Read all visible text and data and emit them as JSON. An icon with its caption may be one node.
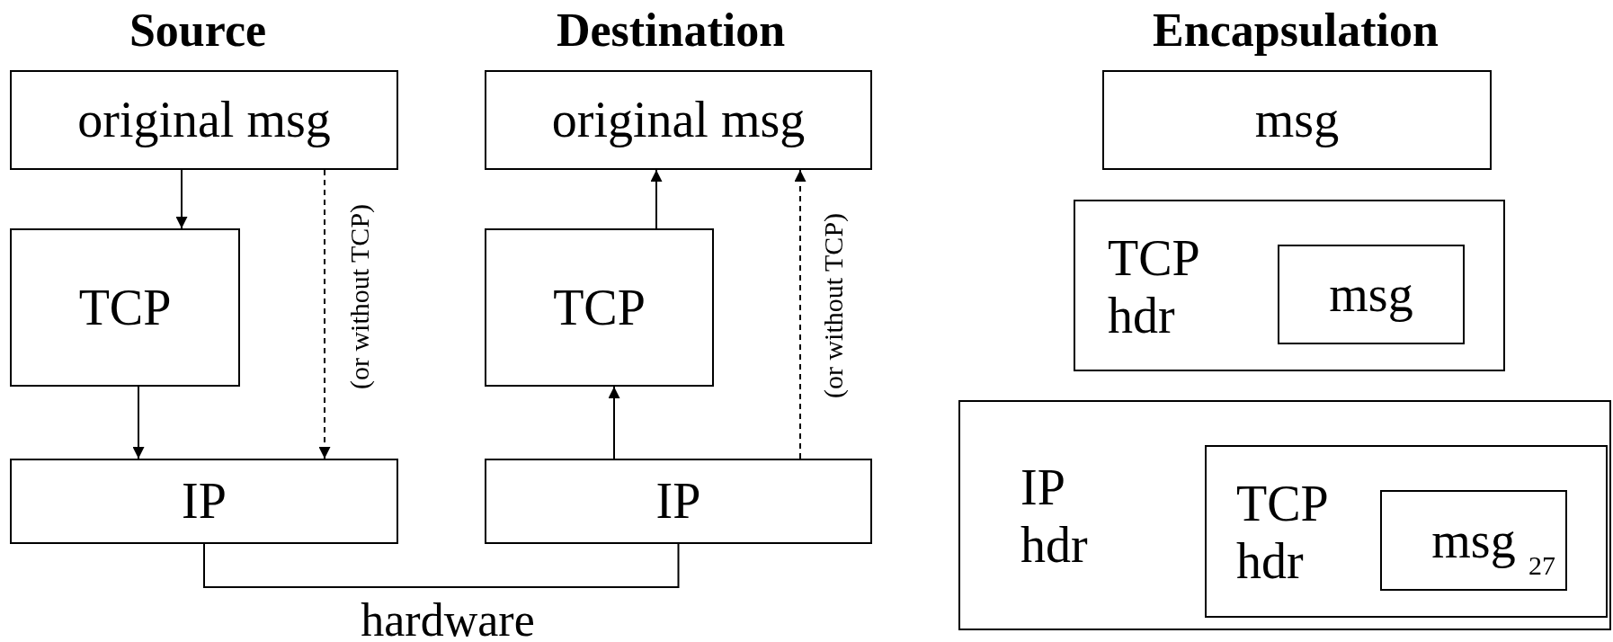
{
  "diagram": {
    "nodes": [
      {
        "text": [
          "original msg"
        ]
      },
      {
        "text": [
          "TCP"
        ]
      },
      {
        "text": [
          "IP"
        ]
      },
      {
        "text": [
          "original msg"
        ]
      },
      {
        "text": [
          "TCP"
        ]
      },
      {
        "text": [
          "IP"
        ]
      },
      {
        "text": [
          "msg"
        ]
      },
      {
        "text": [
          "TCP hdr"
        ]
      },
      {
        "text": [
          "msg"
        ],
        "in": 7
      },
      {
        "text": [
          "IP hdr"
        ]
      },
      {
        "text": [
          "TCP hdr"
        ],
        "in": 9
      },
      {
        "text": [
          "msg"
        ],
        "in": 10
      }
    ],
    "edges": [
      {
        "from": 0,
        "to": 1,
        "arrow": "to"
      },
      {
        "from": 1,
        "to": 2,
        "arrow": "to"
      },
      {
        "from": 0,
        "to": 2,
        "arrow": "to",
        "style": "dashed",
        "label": "(or without TCP)"
      },
      {
        "from": 5,
        "to": 4,
        "arrow": "to"
      },
      {
        "from": 4,
        "to": 3,
        "arrow": "to"
      },
      {
        "from": 5,
        "to": 3,
        "arrow": "to",
        "style": "dashed",
        "label": "(or without TCP)"
      },
      {
        "from": 2,
        "to": 5,
        "arrow": "none",
        "label": "hardware"
      }
    ],
    "labels": [
      "Source",
      "Destination",
      "Encapsulation",
      "27"
    ]
  }
}
